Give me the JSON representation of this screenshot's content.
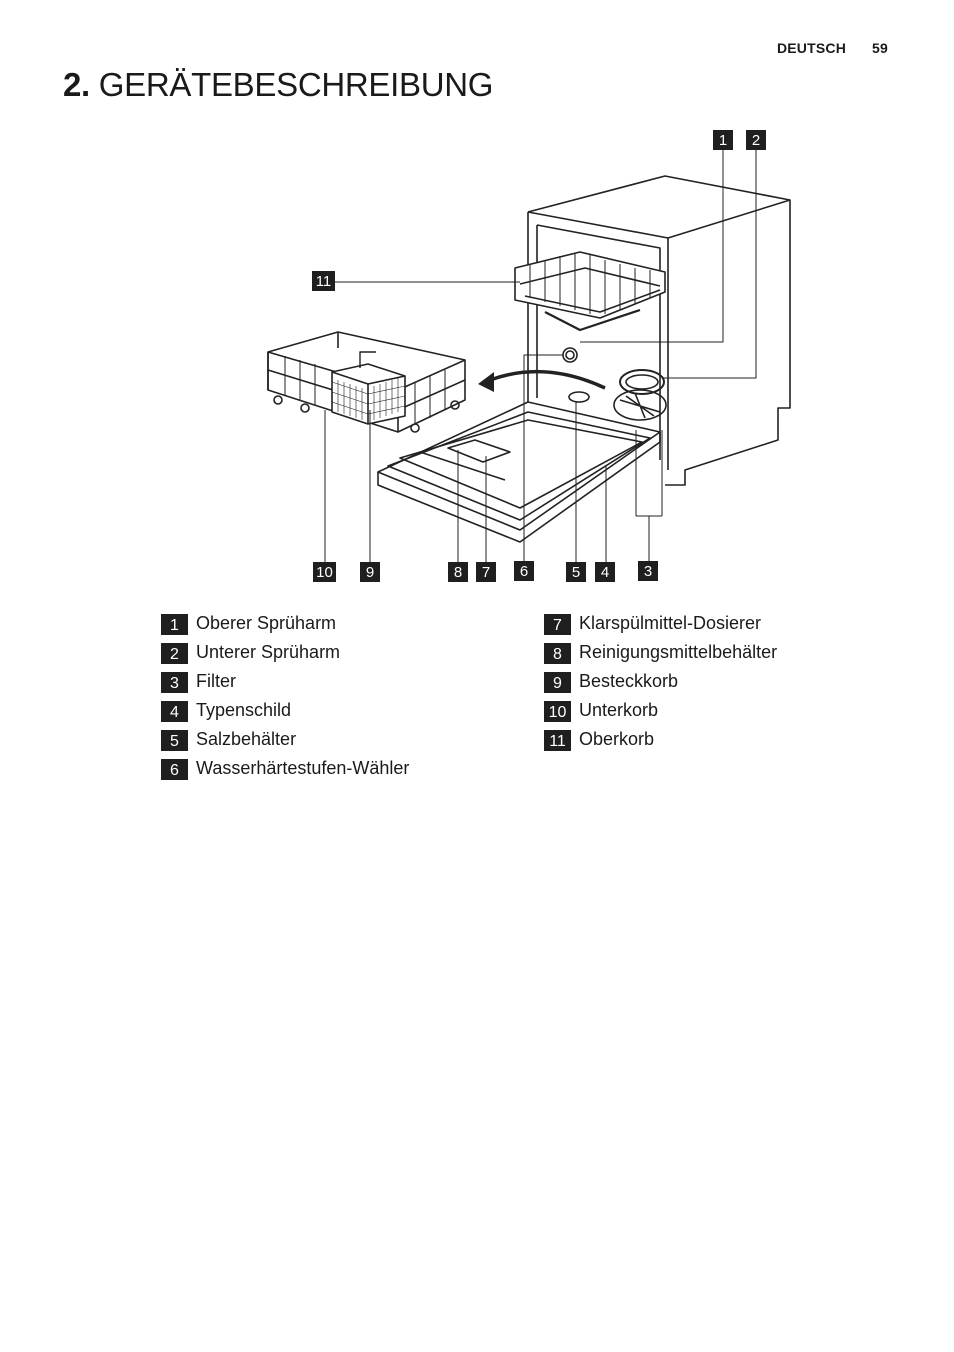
{
  "header": {
    "language": "DEUTSCH",
    "page_number": "59"
  },
  "title": {
    "number": "2.",
    "text": "GERÄTEBESCHREIBUNG"
  },
  "callouts": [
    "1",
    "2",
    "11",
    "10",
    "9",
    "8",
    "7",
    "6",
    "5",
    "4",
    "3"
  ],
  "legend": {
    "left": [
      {
        "num": "1",
        "label": "Oberer Sprüharm"
      },
      {
        "num": "2",
        "label": "Unterer Sprüharm"
      },
      {
        "num": "3",
        "label": "Filter"
      },
      {
        "num": "4",
        "label": "Typenschild"
      },
      {
        "num": "5",
        "label": "Salzbehälter"
      },
      {
        "num": "6",
        "label": "Wasserhärtestufen-Wähler"
      }
    ],
    "right": [
      {
        "num": "7",
        "label": "Klarspülmittel-Dosierer"
      },
      {
        "num": "8",
        "label": "Reinigungsmittelbehälter"
      },
      {
        "num": "9",
        "label": "Besteckkorb"
      },
      {
        "num": "10",
        "label": "Unterkorb"
      },
      {
        "num": "11",
        "label": "Oberkorb"
      }
    ]
  }
}
